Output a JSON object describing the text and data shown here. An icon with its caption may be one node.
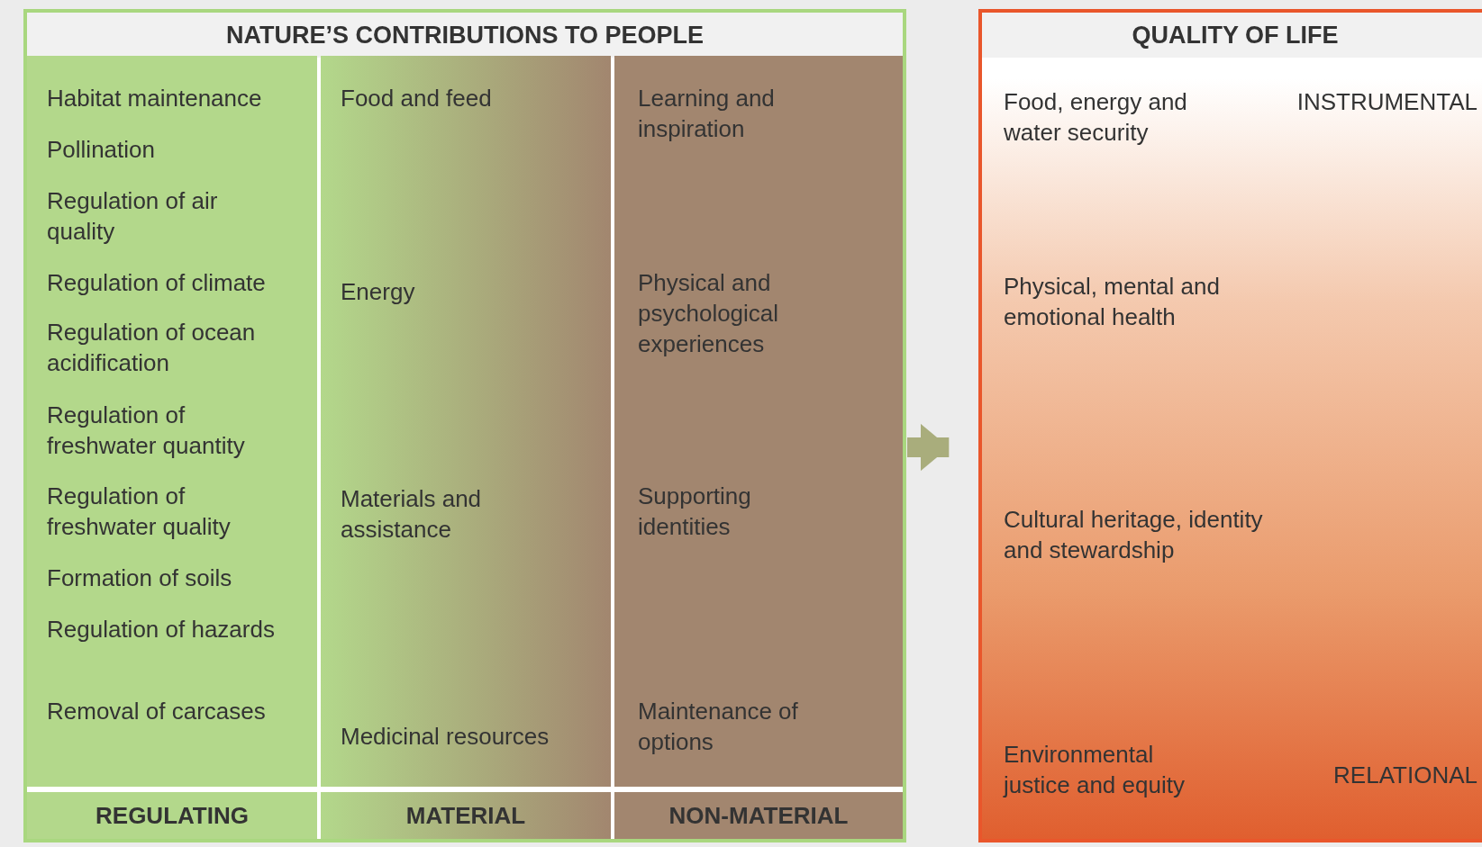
{
  "diagram": {
    "nodes": [
      {
        "text": [
          "NATURE’S CONTRIBUTIONS TO PEOPLE"
        ]
      },
      {
        "text": [
          "Habitat maintenance",
          "Pollination",
          "Regulation of air quality",
          "Regulation of climate",
          "Regulation of ocean acidification",
          "Regulation of freshwater quantity",
          "Regulation of freshwater quality",
          "Formation of soils",
          "Regulation of hazards",
          "Removal of carcases"
        ],
        "in": 0
      },
      {
        "text": [
          "Food and feed",
          "Energy",
          "Materials and assistance",
          "Medicinal resources"
        ],
        "in": 0
      },
      {
        "text": [
          "Learning and inspiration",
          "Physical and psychological experiences",
          "Supporting identities",
          "Maintenance of options"
        ],
        "in": 0
      },
      {
        "text": [
          "REGULATING"
        ],
        "in": 0
      },
      {
        "text": [
          "MATERIAL"
        ],
        "in": 0
      },
      {
        "text": [
          "NON-MATERIAL"
        ],
        "in": 0
      },
      {
        "text": [
          "QUALITY OF LIFE",
          "Food, energy and water security",
          "INSTRUMENTAL",
          "Physical, mental and emotional health",
          "Cultural heritage, identity and stewardship",
          "Environmental justice and equity",
          "RELATIONAL"
        ]
      }
    ],
    "edges": [
      {
        "from": 0,
        "to": 7,
        "arrow": "to",
        "color": "#a9ad7c"
      }
    ]
  }
}
